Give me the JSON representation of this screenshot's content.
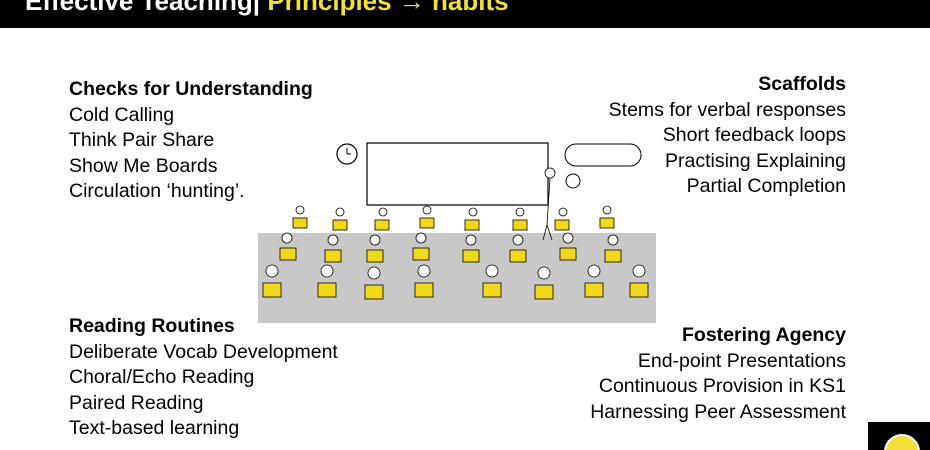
{
  "header": {
    "title": "Effective Teaching|",
    "highlight": "Principles → habits"
  },
  "sections": [
    {
      "heading": "Checks for Understanding",
      "items": [
        "Cold Calling",
        "Think Pair Share",
        "Show Me Boards",
        "Circulation ‘hunting’."
      ]
    },
    {
      "heading": "Scaffolds",
      "items": [
        "Stems for verbal responses",
        "Short feedback loops",
        "Practising Explaining",
        "Partial Completion"
      ]
    },
    {
      "heading": "Reading Routines",
      "items": [
        "Deliberate Vocab Development",
        "Choral/Echo Reading",
        "Paired Reading",
        "Text-based learning"
      ]
    },
    {
      "heading": "Fostering Agency",
      "items": [
        "End-point Presentations",
        "Continuous Provision in KS1",
        "Harnessing Peer Assessment"
      ]
    }
  ],
  "colors": {
    "accent": "#f2df3a",
    "header_bg": "#000000"
  }
}
